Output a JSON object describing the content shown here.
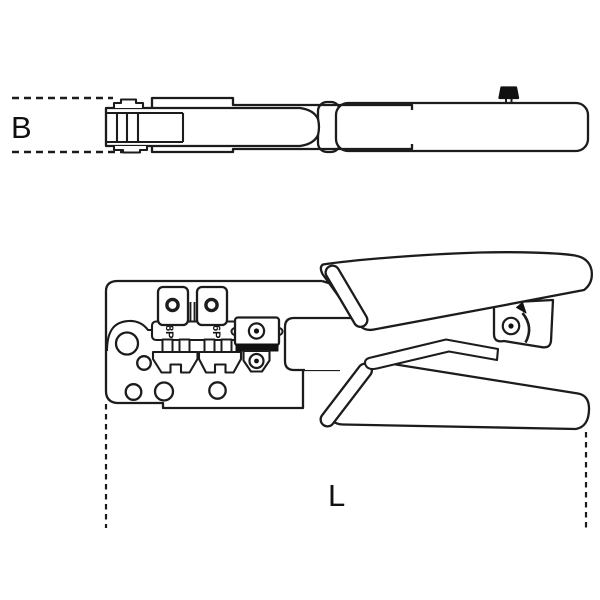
{
  "meta": {
    "description": "Two-view technical line drawing of a modular-plug crimping tool",
    "views": [
      "top-view",
      "side-view"
    ]
  },
  "labels": {
    "dimension_b": "B",
    "dimension_l": "L"
  },
  "side_view": {
    "die_labels": {
      "slot_8p": "8P",
      "slot_6p": "6P"
    }
  },
  "colors": {
    "line": "#1c1c1c",
    "background": "#ffffff",
    "knob": "#111111"
  }
}
